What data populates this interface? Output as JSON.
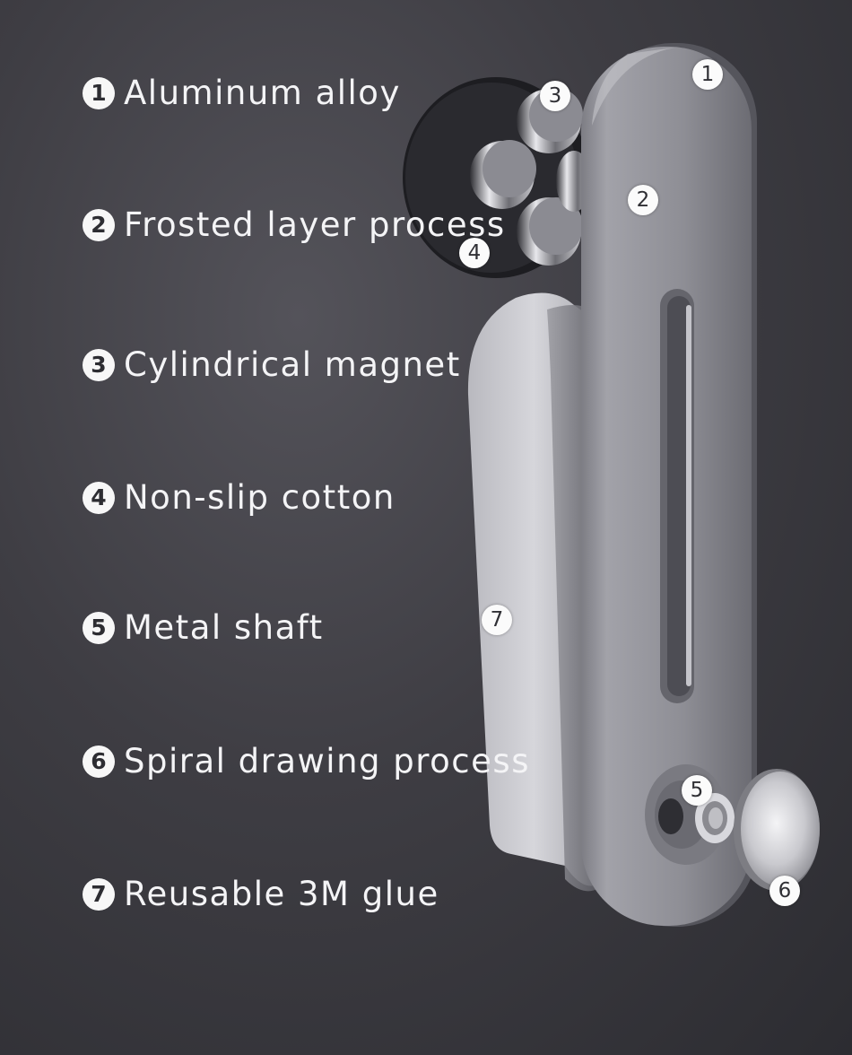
{
  "features": [
    {
      "num": "1",
      "text": "Aluminum alloy"
    },
    {
      "num": "2",
      "text": "Frosted layer process"
    },
    {
      "num": "3",
      "text": "Cylindrical magnet"
    },
    {
      "num": "4",
      "text": "Non-slip cotton"
    },
    {
      "num": "5",
      "text": "Metal shaft"
    },
    {
      "num": "6",
      "text": "Spiral drawing process"
    },
    {
      "num": "7",
      "text": "Reusable 3M glue"
    }
  ],
  "callouts": {
    "c1": "1",
    "c2": "2",
    "c3": "3",
    "c4": "4",
    "c5": "5",
    "c6": "6",
    "c7": "7"
  }
}
